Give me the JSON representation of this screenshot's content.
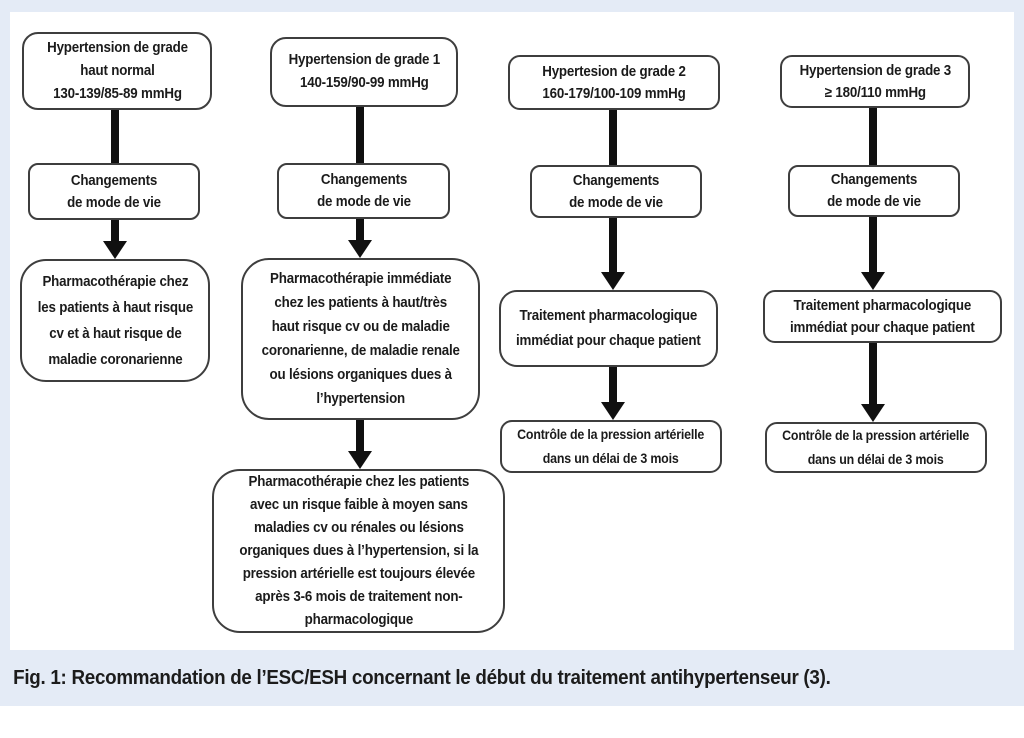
{
  "figure": {
    "caption": "Fig. 1: Recommandation de l’ESC/ESH concernant le début du traitement antihypertenseur (3)."
  },
  "colors": {
    "frame_blue": "#e4ebf6",
    "box_border": "#3e3e3e",
    "arrow_black": "#101010",
    "text": "#1b1b1b"
  },
  "columns": [
    {
      "name": "haut-normal",
      "boxes": {
        "top": "Hypertension de grade\nhaut normal\n130-139/85-89 mmHg",
        "lifestyle": "Changements\nde mode de vie",
        "third": "Pharmacothérapie chez\nles patients à haut risque\ncv et à haut risque de\nmaladie coronarienne"
      }
    },
    {
      "name": "grade-1",
      "boxes": {
        "top": "Hypertension de grade 1\n140-159/90-99 mmHg",
        "lifestyle": "Changements\nde mode de vie",
        "third": "Pharmacothérapie immédiate\nchez les patients à haut/très\nhaut risque cv ou de maladie\ncoronarienne, de maladie renale\nou lésions organiques dues à\nl’hypertension",
        "fourth": "Pharmacothérapie chez les patients\navec un risque faible à moyen sans\nmaladies cv ou rénales ou lésions\norganiques dues à l’hypertension, si la\npression artérielle est toujours élevée\naprès 3-6 mois de traitement non-\npharmacologique"
      }
    },
    {
      "name": "grade-2",
      "boxes": {
        "top": "Hypertesion de grade 2\n160-179/100-109 mmHg",
        "lifestyle": "Changements\nde mode de vie",
        "third": "Traitement pharmacologique\nimmédiat pour chaque patient",
        "fourth": "Contrôle de la pression artérielle\ndans un délai de 3 mois"
      }
    },
    {
      "name": "grade-3",
      "boxes": {
        "top": "Hypertension de grade 3\n≥ 180/110 mmHg",
        "lifestyle": "Changements\nde mode de vie",
        "third": "Traitement pharmacologique\nimmédiat pour chaque patient",
        "fourth": "Contrôle de la pression artérielle\ndans un délai de 3 mois"
      }
    }
  ]
}
